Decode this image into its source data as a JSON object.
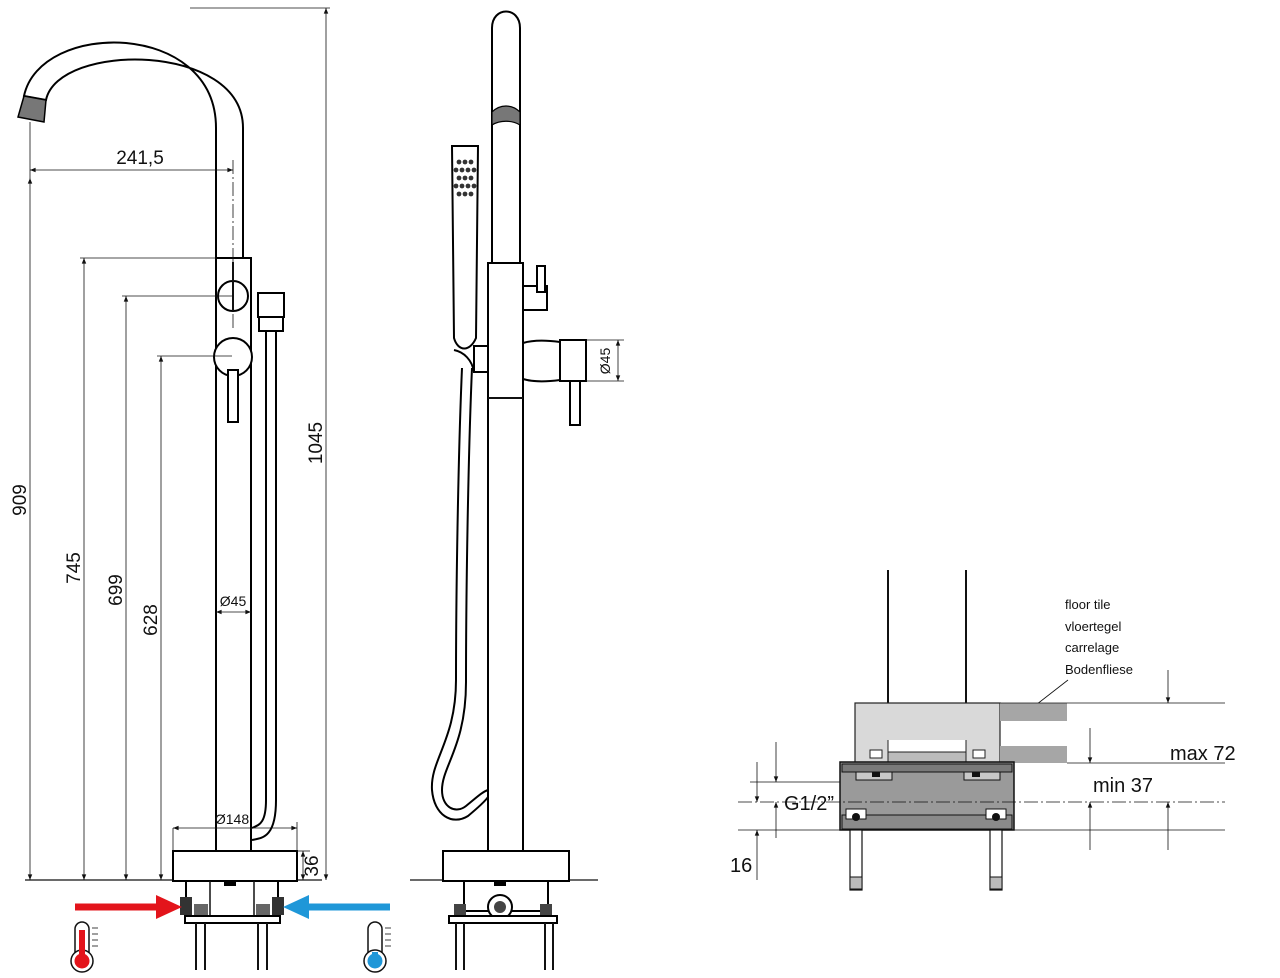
{
  "front_view": {
    "dims": {
      "spout_reach": "241,5",
      "total_height": "1045",
      "spout_height": "909",
      "height_745": "745",
      "height_699": "699",
      "height_628": "628",
      "body_diameter": "Ø45",
      "base_diameter": "Ø148",
      "base_height": "36"
    }
  },
  "side_view": {
    "dims": {
      "handle_diameter": "Ø45"
    }
  },
  "installation_detail": {
    "floor_labels": [
      "floor tile",
      "vloertegel",
      "carrelage",
      "Bodenfliese"
    ],
    "dims": {
      "max": "max 72",
      "min": "min 37",
      "thread": "G1/2”",
      "bottom": "16"
    }
  },
  "colors": {
    "hot": "#e3141b",
    "cold": "#1f97d8"
  },
  "icons": [
    "hot-water-thermometer-icon",
    "cold-water-thermometer-icon"
  ]
}
